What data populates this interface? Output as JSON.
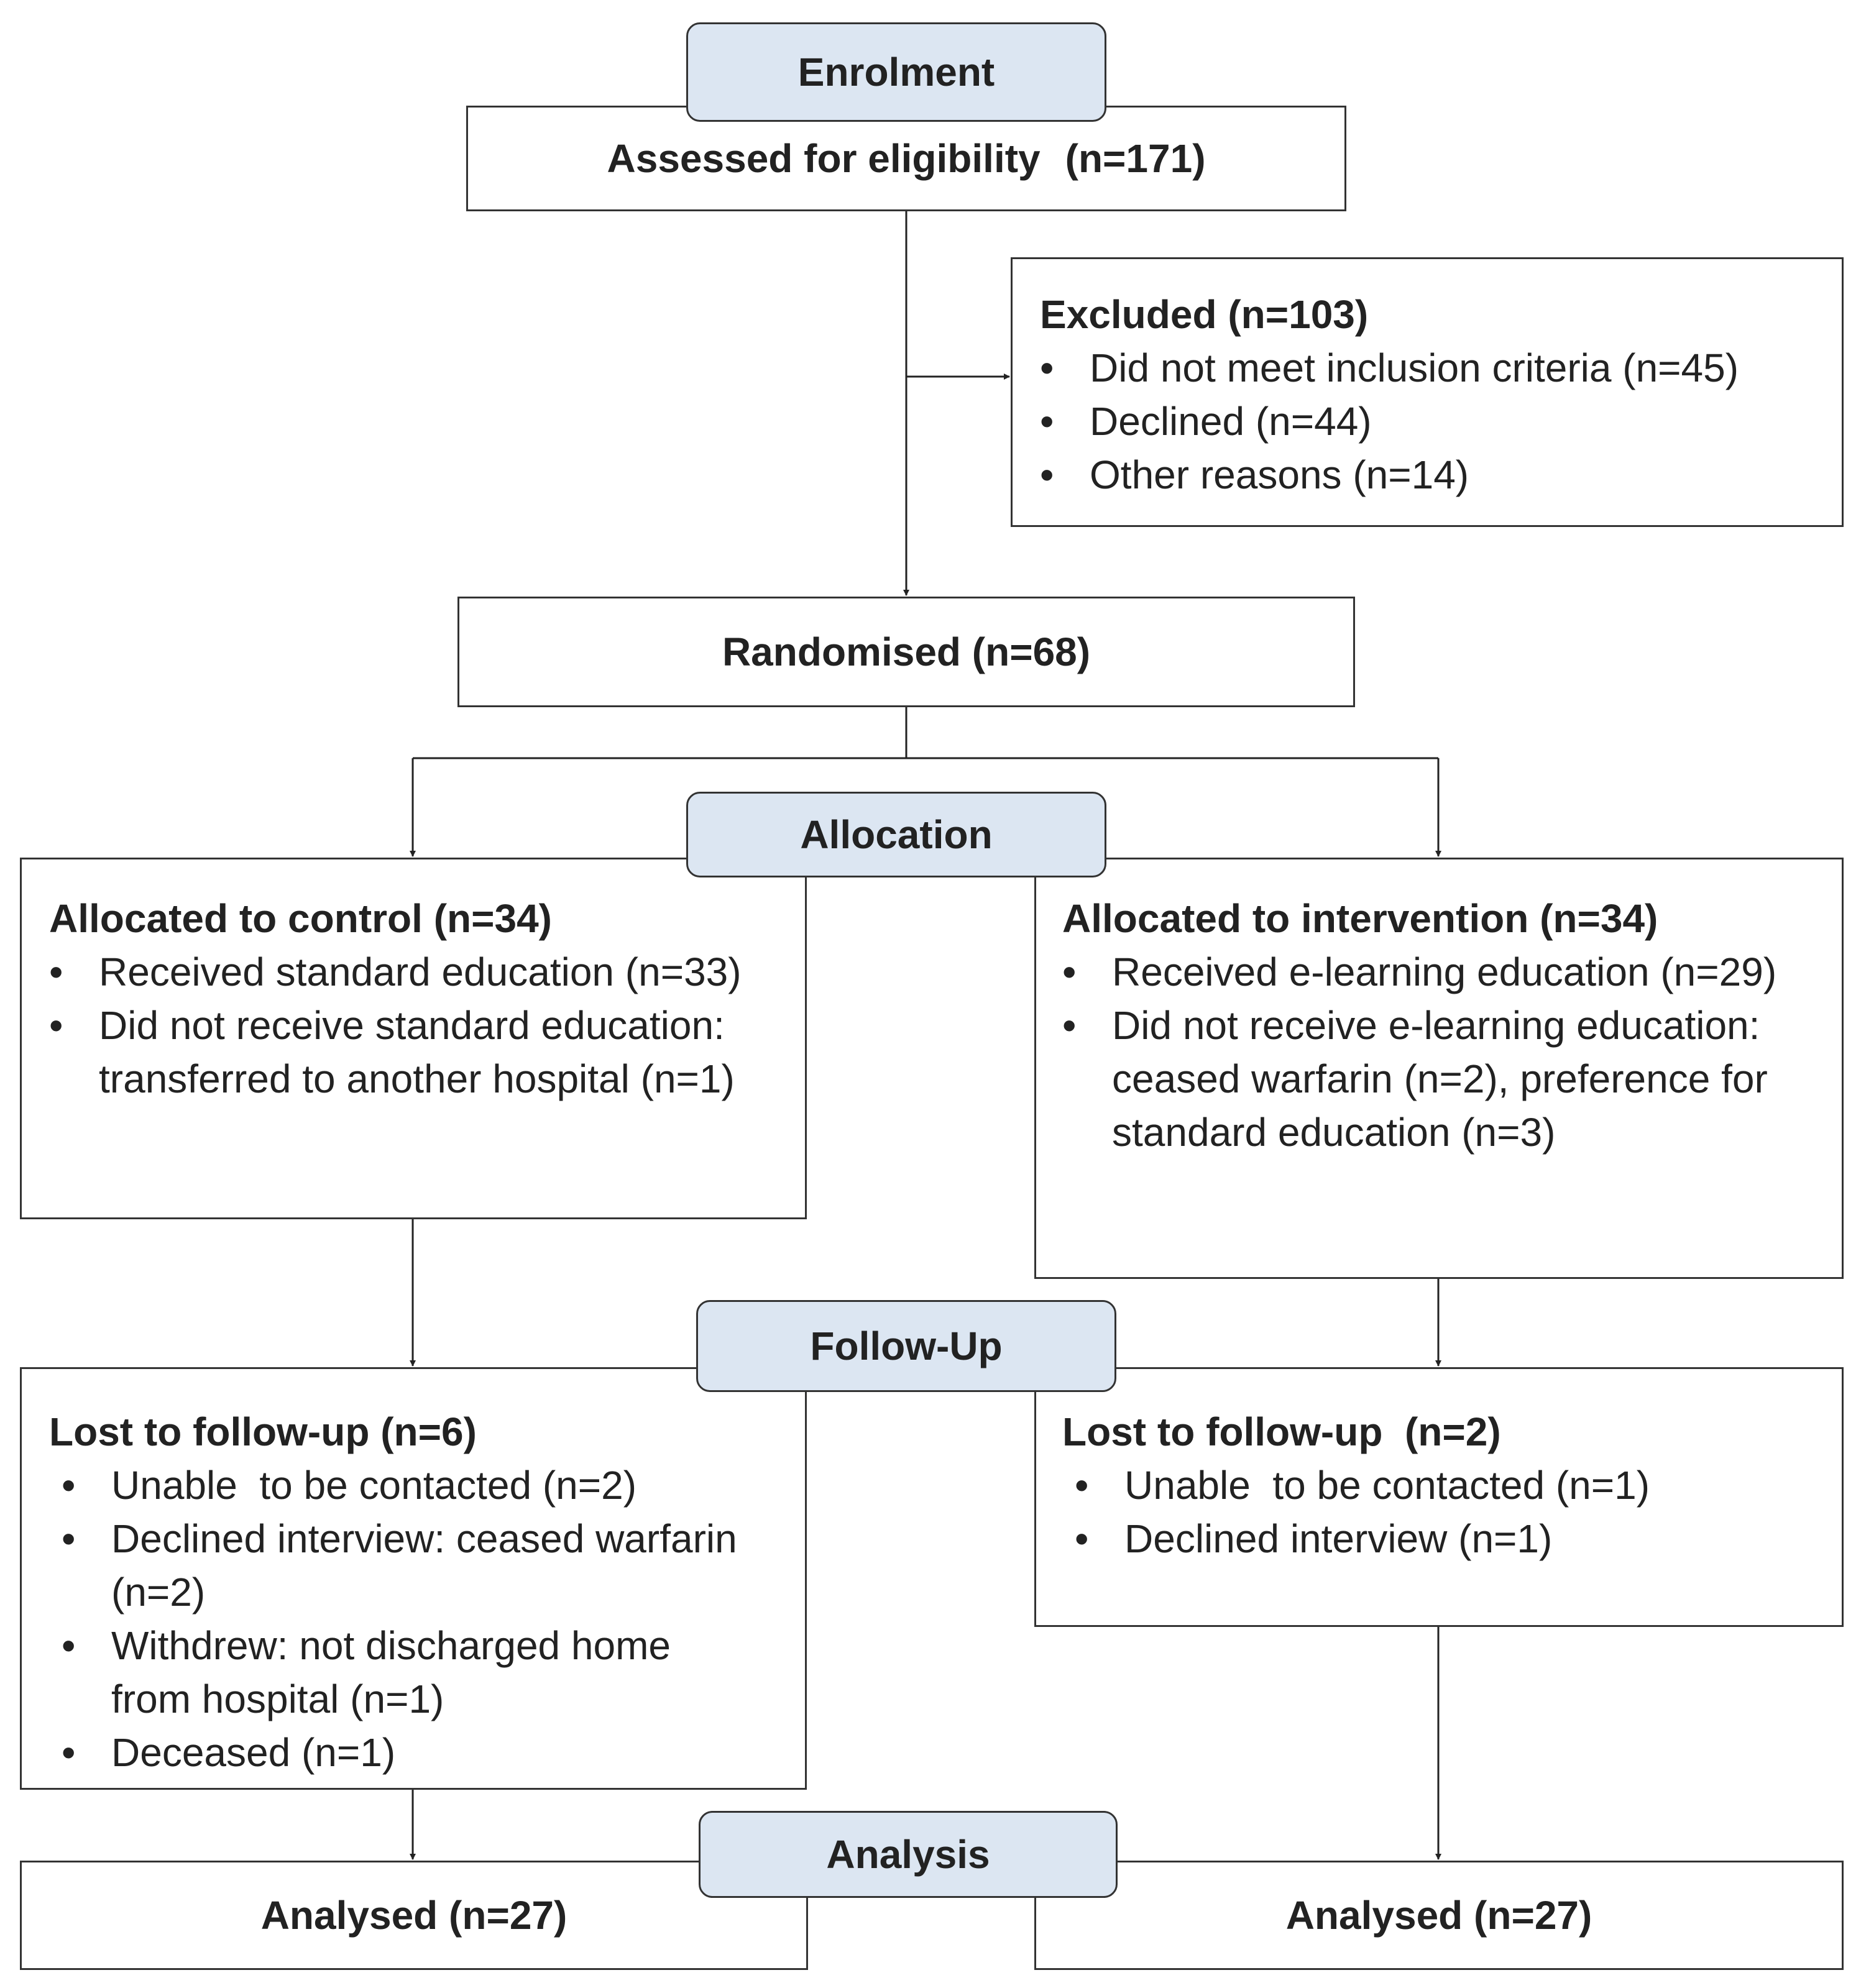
{
  "stages": {
    "enrolment": "Enrolment",
    "allocation": "Allocation",
    "follow_up": "Follow-Up",
    "analysis": "Analysis"
  },
  "assessed": {
    "label": "Assessed for eligibility",
    "count": "(n=171)"
  },
  "excluded": {
    "title": "Excluded (n=103)",
    "items": [
      "Did not meet inclusion criteria (n=45)",
      "Declined (n=44)",
      "Other reasons (n=14)"
    ]
  },
  "randomised": "Randomised (n=68)",
  "control": {
    "title": "Allocated to control (n=34)",
    "items": [
      "Received standard education (n=33)",
      "Did not receive standard education: transferred to another hospital (n=1)"
    ]
  },
  "intervention": {
    "title": "Allocated to intervention (n=34)",
    "items": [
      "Received e-learning education (n=29)",
      "Did not receive e-learning education: ceased warfarin (n=2), preference for standard education (n=3)"
    ]
  },
  "control_followup": {
    "title": "Lost to follow-up  (n=6)",
    "items": [
      "Unable  to be contacted (n=2)",
      "Declined interview: ceased warfarin (n=2)",
      "Withdrew: not discharged home from hospital (n=1)",
      "Deceased (n=1)"
    ]
  },
  "intervention_followup": {
    "title": "Lost to follow-up  (n=2)",
    "items": [
      "Unable  to be contacted (n=1)",
      "Declined interview (n=1)"
    ]
  },
  "analysed_control": "Analysed (n=27)",
  "analysed_intervention": "Analysed (n=27)"
}
